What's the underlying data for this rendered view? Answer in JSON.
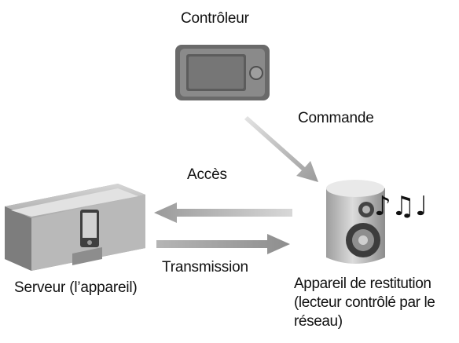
{
  "nodes": {
    "controller": {
      "label": "Contrôleur",
      "icon": "remote-controller-icon"
    },
    "server": {
      "label": "Serveur (l’appareil)",
      "icon": "docking-station-icon"
    },
    "renderer": {
      "label_lines": [
        "Appareil de restitution",
        "(lecteur contrôlé par le",
        "réseau)"
      ],
      "icon": "speaker-icon"
    }
  },
  "edges": {
    "command": {
      "label": "Commande",
      "from": "controller",
      "to": "renderer"
    },
    "access": {
      "label": "Accès",
      "from": "renderer",
      "to": "server"
    },
    "transmission": {
      "label": "Transmission",
      "from": "server",
      "to": "renderer"
    }
  },
  "decorations": {
    "music_notes": "♪♫♩"
  },
  "colors": {
    "arrow": "#a9a9a9",
    "device_dark": "#6f6f6f",
    "device_light": "#cfcfcf",
    "text": "#111111"
  }
}
